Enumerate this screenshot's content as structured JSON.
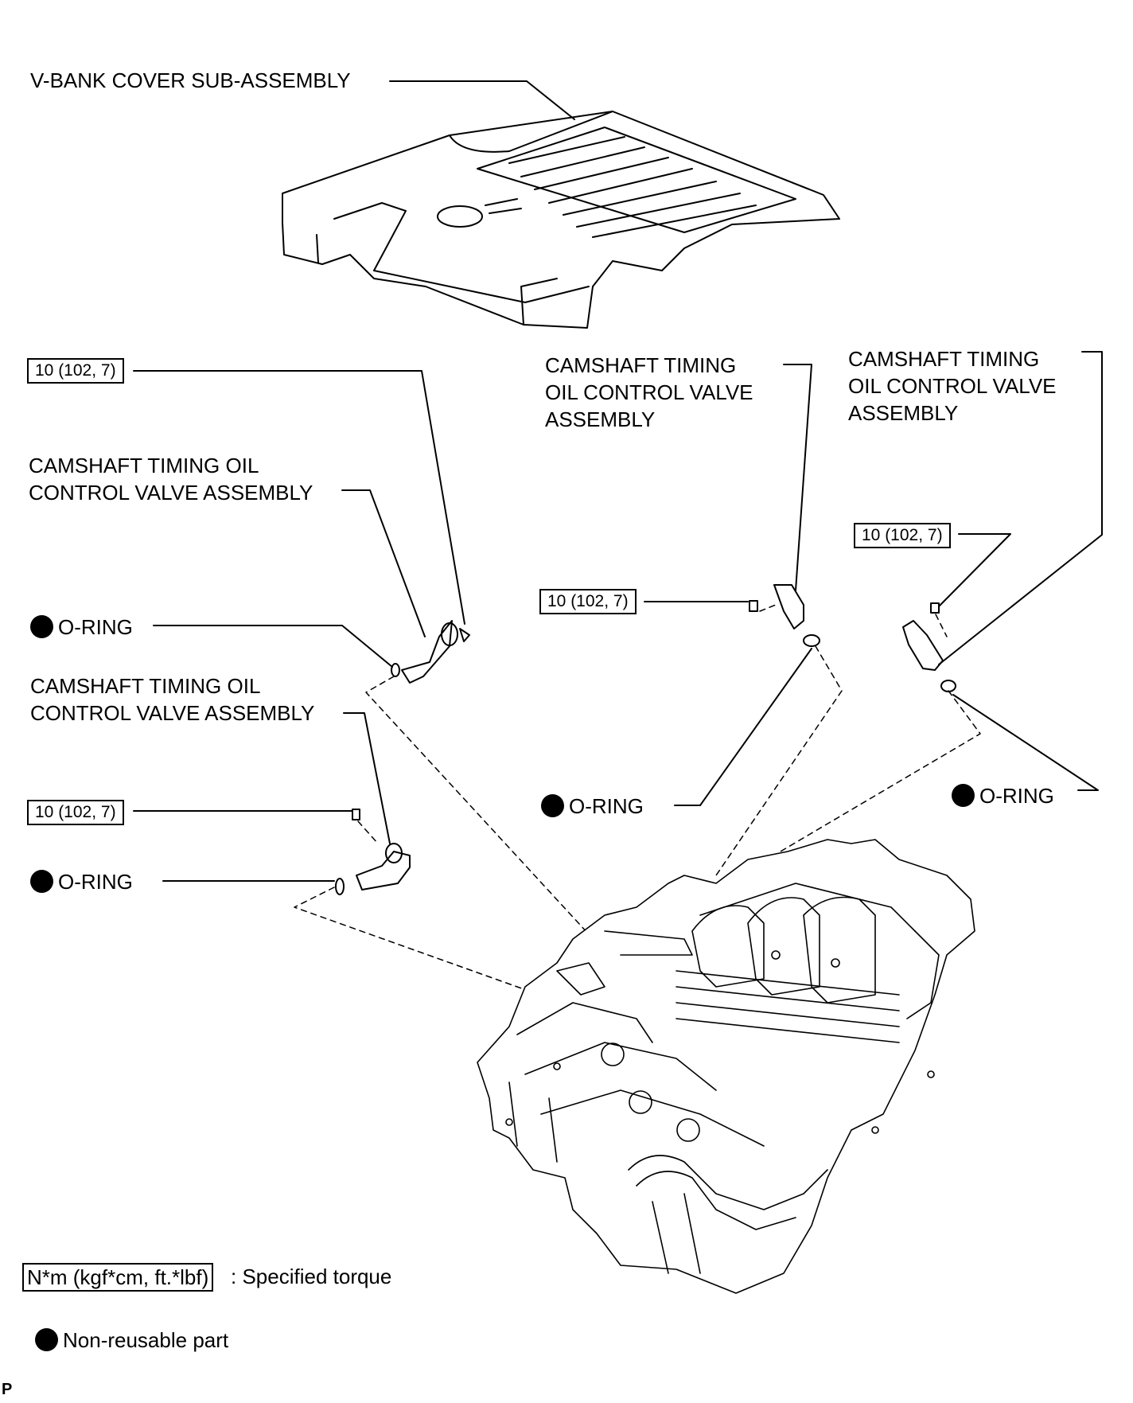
{
  "labels": {
    "vbank": "V-BANK COVER SUB-ASSEMBLY",
    "ocv_left1": [
      "CAMSHAFT TIMING OIL",
      "CONTROL VALVE ASSEMBLY"
    ],
    "ocv_left2": [
      "CAMSHAFT TIMING OIL",
      "CONTROL VALVE ASSEMBLY"
    ],
    "ocv_mid": [
      "CAMSHAFT TIMING",
      "OIL CONTROL VALVE",
      "ASSEMBLY"
    ],
    "ocv_right": [
      "CAMSHAFT TIMING",
      "OIL CONTROL VALVE",
      "ASSEMBLY"
    ],
    "oring": "O-RING"
  },
  "torque": "10 (102, 7)",
  "legend": {
    "torque_unit": "N*m (kgf*cm, ft.*lbf)",
    "torque_desc": ": Specified torque",
    "nonreusable": "Non-reusable part"
  },
  "corner_mark": "P"
}
